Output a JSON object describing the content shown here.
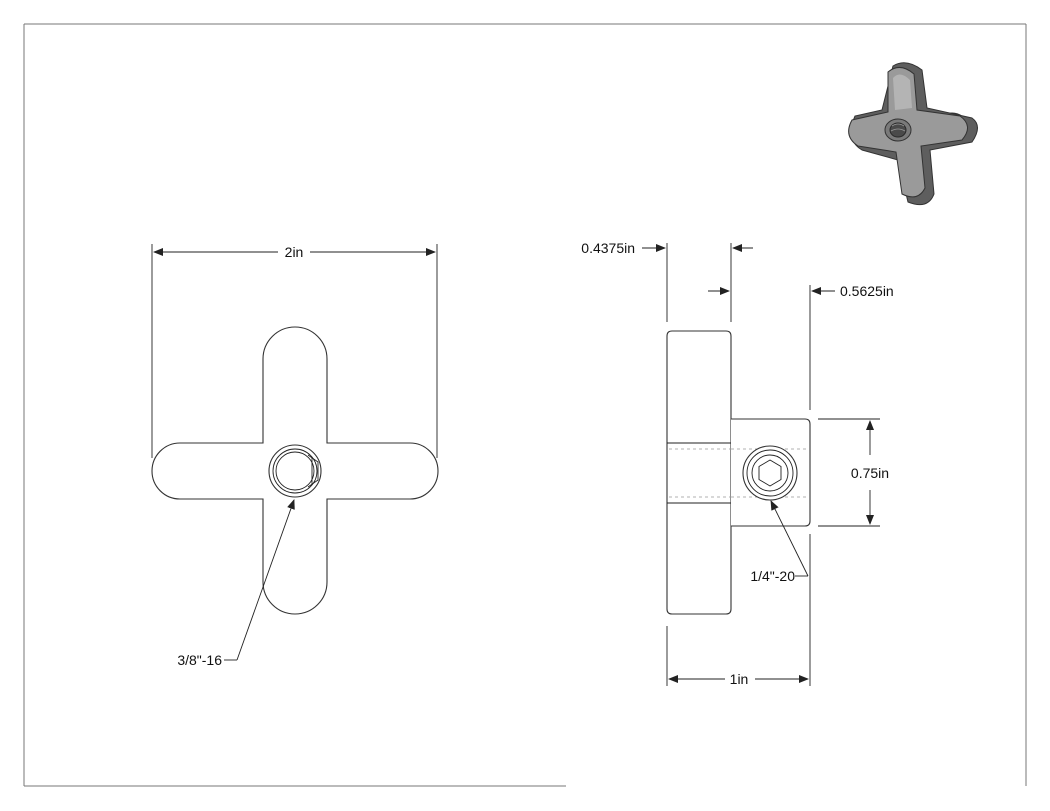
{
  "dimensions": {
    "front_width": "2in",
    "front_thread": "3/8\"-16",
    "side_knob_thickness": "0.4375in",
    "side_hub_length": "0.5625in",
    "side_hub_height": "0.75in",
    "side_thread": "1/4\"-20",
    "side_total_length": "1in"
  },
  "colors": {
    "line": "#222222",
    "iso_shade": "#8a8a8a",
    "iso_light": "#b4b4b4",
    "iso_dark": "#5e5e5e"
  },
  "icons": {
    "isometric_preview": "cross-knob-isometric-icon"
  }
}
